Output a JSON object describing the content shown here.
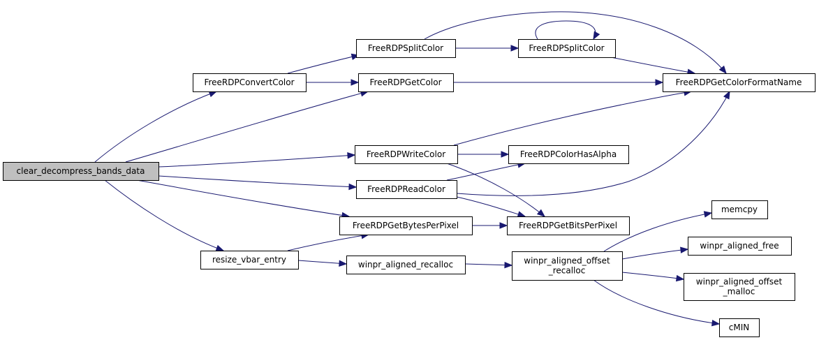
{
  "graph": {
    "colors": {
      "edge": "#191970",
      "root_fill": "#bfbfbf",
      "node_fill": "#ffffff",
      "node_stroke": "#000000"
    },
    "nodes": [
      {
        "id": "clear_decompress_bands_data",
        "lines": [
          "clear_decompress_bands_data"
        ],
        "root": true
      },
      {
        "id": "FreeRDPConvertColor",
        "lines": [
          "FreeRDPConvertColor"
        ]
      },
      {
        "id": "FreeRDPGetColor",
        "lines": [
          "FreeRDPGetColor"
        ]
      },
      {
        "id": "FreeRDPSplitColor1",
        "lines": [
          "FreeRDPSplitColor"
        ]
      },
      {
        "id": "FreeRDPSplitColor2",
        "lines": [
          "FreeRDPSplitColor"
        ]
      },
      {
        "id": "FreeRDPGetColorFormatName",
        "lines": [
          "FreeRDPGetColorFormatName"
        ]
      },
      {
        "id": "FreeRDPWriteColor",
        "lines": [
          "FreeRDPWriteColor"
        ]
      },
      {
        "id": "FreeRDPColorHasAlpha",
        "lines": [
          "FreeRDPColorHasAlpha"
        ]
      },
      {
        "id": "FreeRDPReadColor",
        "lines": [
          "FreeRDPReadColor"
        ]
      },
      {
        "id": "FreeRDPGetBytesPerPixel",
        "lines": [
          "FreeRDPGetBytesPerPixel"
        ]
      },
      {
        "id": "FreeRDPGetBitsPerPixel",
        "lines": [
          "FreeRDPGetBitsPerPixel"
        ]
      },
      {
        "id": "resize_vbar_entry",
        "lines": [
          "resize_vbar_entry"
        ]
      },
      {
        "id": "winpr_aligned_recalloc",
        "lines": [
          "winpr_aligned_recalloc"
        ]
      },
      {
        "id": "winpr_aligned_offset_recalloc",
        "lines": [
          "winpr_aligned_offset",
          "_recalloc"
        ]
      },
      {
        "id": "memcpy",
        "lines": [
          "memcpy"
        ]
      },
      {
        "id": "winpr_aligned_free",
        "lines": [
          "winpr_aligned_free"
        ]
      },
      {
        "id": "winpr_aligned_offset_malloc",
        "lines": [
          "winpr_aligned_offset",
          "_malloc"
        ]
      },
      {
        "id": "cMIN",
        "lines": [
          "cMIN"
        ]
      }
    ],
    "edges": [
      {
        "from": "clear_decompress_bands_data",
        "to": "FreeRDPConvertColor"
      },
      {
        "from": "clear_decompress_bands_data",
        "to": "FreeRDPGetColor"
      },
      {
        "from": "clear_decompress_bands_data",
        "to": "FreeRDPWriteColor"
      },
      {
        "from": "clear_decompress_bands_data",
        "to": "FreeRDPReadColor"
      },
      {
        "from": "clear_decompress_bands_data",
        "to": "FreeRDPGetBytesPerPixel"
      },
      {
        "from": "clear_decompress_bands_data",
        "to": "resize_vbar_entry"
      },
      {
        "from": "FreeRDPConvertColor",
        "to": "FreeRDPSplitColor1"
      },
      {
        "from": "FreeRDPConvertColor",
        "to": "FreeRDPGetColor"
      },
      {
        "from": "FreeRDPSplitColor1",
        "to": "FreeRDPSplitColor2"
      },
      {
        "from": "FreeRDPSplitColor1",
        "to": "FreeRDPGetColorFormatName"
      },
      {
        "from": "FreeRDPSplitColor2",
        "to": "FreeRDPSplitColor2"
      },
      {
        "from": "FreeRDPSplitColor2",
        "to": "FreeRDPGetColorFormatName"
      },
      {
        "from": "FreeRDPGetColor",
        "to": "FreeRDPGetColorFormatName"
      },
      {
        "from": "FreeRDPWriteColor",
        "to": "FreeRDPGetColorFormatName"
      },
      {
        "from": "FreeRDPWriteColor",
        "to": "FreeRDPColorHasAlpha"
      },
      {
        "from": "FreeRDPWriteColor",
        "to": "FreeRDPGetBitsPerPixel"
      },
      {
        "from": "FreeRDPReadColor",
        "to": "FreeRDPColorHasAlpha"
      },
      {
        "from": "FreeRDPReadColor",
        "to": "FreeRDPGetColorFormatName"
      },
      {
        "from": "FreeRDPReadColor",
        "to": "FreeRDPGetBitsPerPixel"
      },
      {
        "from": "FreeRDPGetBytesPerPixel",
        "to": "FreeRDPGetBitsPerPixel"
      },
      {
        "from": "resize_vbar_entry",
        "to": "FreeRDPGetBytesPerPixel"
      },
      {
        "from": "resize_vbar_entry",
        "to": "winpr_aligned_recalloc"
      },
      {
        "from": "winpr_aligned_recalloc",
        "to": "winpr_aligned_offset_recalloc"
      },
      {
        "from": "winpr_aligned_offset_recalloc",
        "to": "memcpy"
      },
      {
        "from": "winpr_aligned_offset_recalloc",
        "to": "winpr_aligned_free"
      },
      {
        "from": "winpr_aligned_offset_recalloc",
        "to": "winpr_aligned_offset_malloc"
      },
      {
        "from": "winpr_aligned_offset_recalloc",
        "to": "cMIN"
      }
    ]
  }
}
